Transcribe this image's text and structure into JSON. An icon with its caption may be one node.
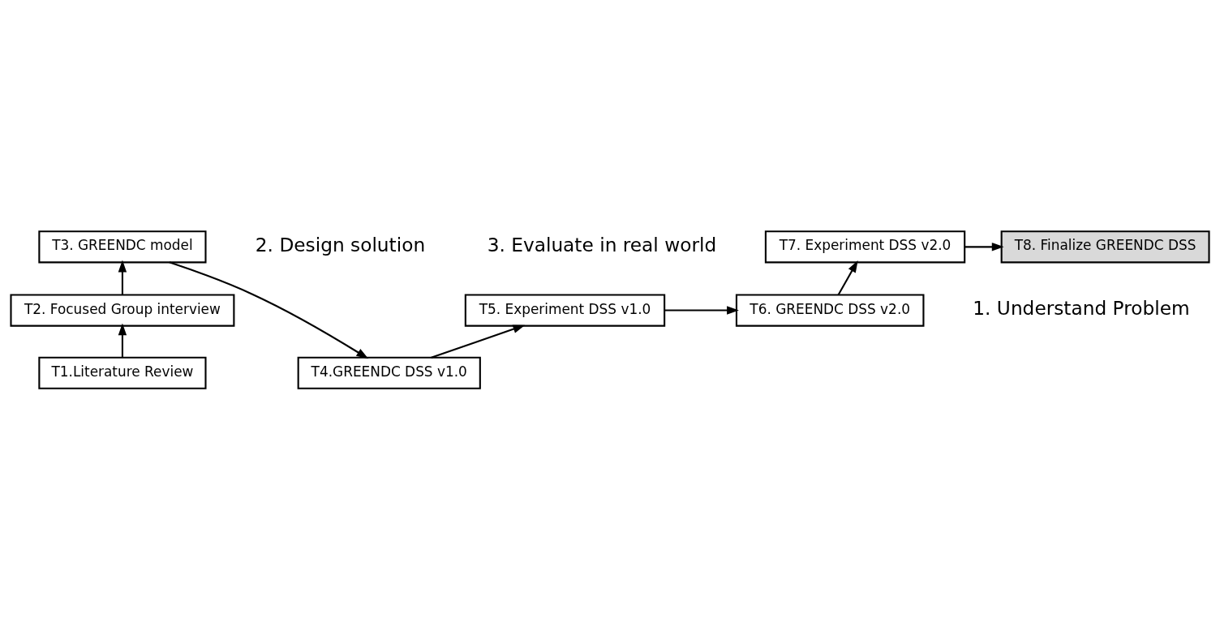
{
  "diagram": {
    "nodes": [
      {
        "text": [
          "T1.Literature Review"
        ]
      },
      {
        "text": [
          "T2. Focused Group interview"
        ]
      },
      {
        "text": [
          "T3. GREENDC model"
        ]
      },
      {
        "text": [
          "T4.GREENDC DSS v1.0"
        ]
      },
      {
        "text": [
          "T5. Experiment DSS v1.0"
        ]
      },
      {
        "text": [
          "T6. GREENDC DSS v2.0"
        ]
      },
      {
        "text": [
          "T7. Experiment DSS v2.0"
        ]
      },
      {
        "text": [
          "T8. Finalize GREENDC DSS"
        ]
      }
    ],
    "edges": [
      {
        "from": 0,
        "to": 1,
        "arrow": "to"
      },
      {
        "from": 1,
        "to": 2,
        "arrow": "to"
      },
      {
        "from": 2,
        "to": 3,
        "arrow": "to"
      },
      {
        "from": 3,
        "to": 4,
        "arrow": "to"
      },
      {
        "from": 4,
        "to": 5,
        "arrow": "to"
      },
      {
        "from": 5,
        "to": 6,
        "arrow": "to"
      },
      {
        "from": 6,
        "to": 7,
        "arrow": "to"
      }
    ],
    "labels": [
      "2. Design solution",
      "3. Evaluate in real world",
      "1. Understand Problem"
    ]
  }
}
